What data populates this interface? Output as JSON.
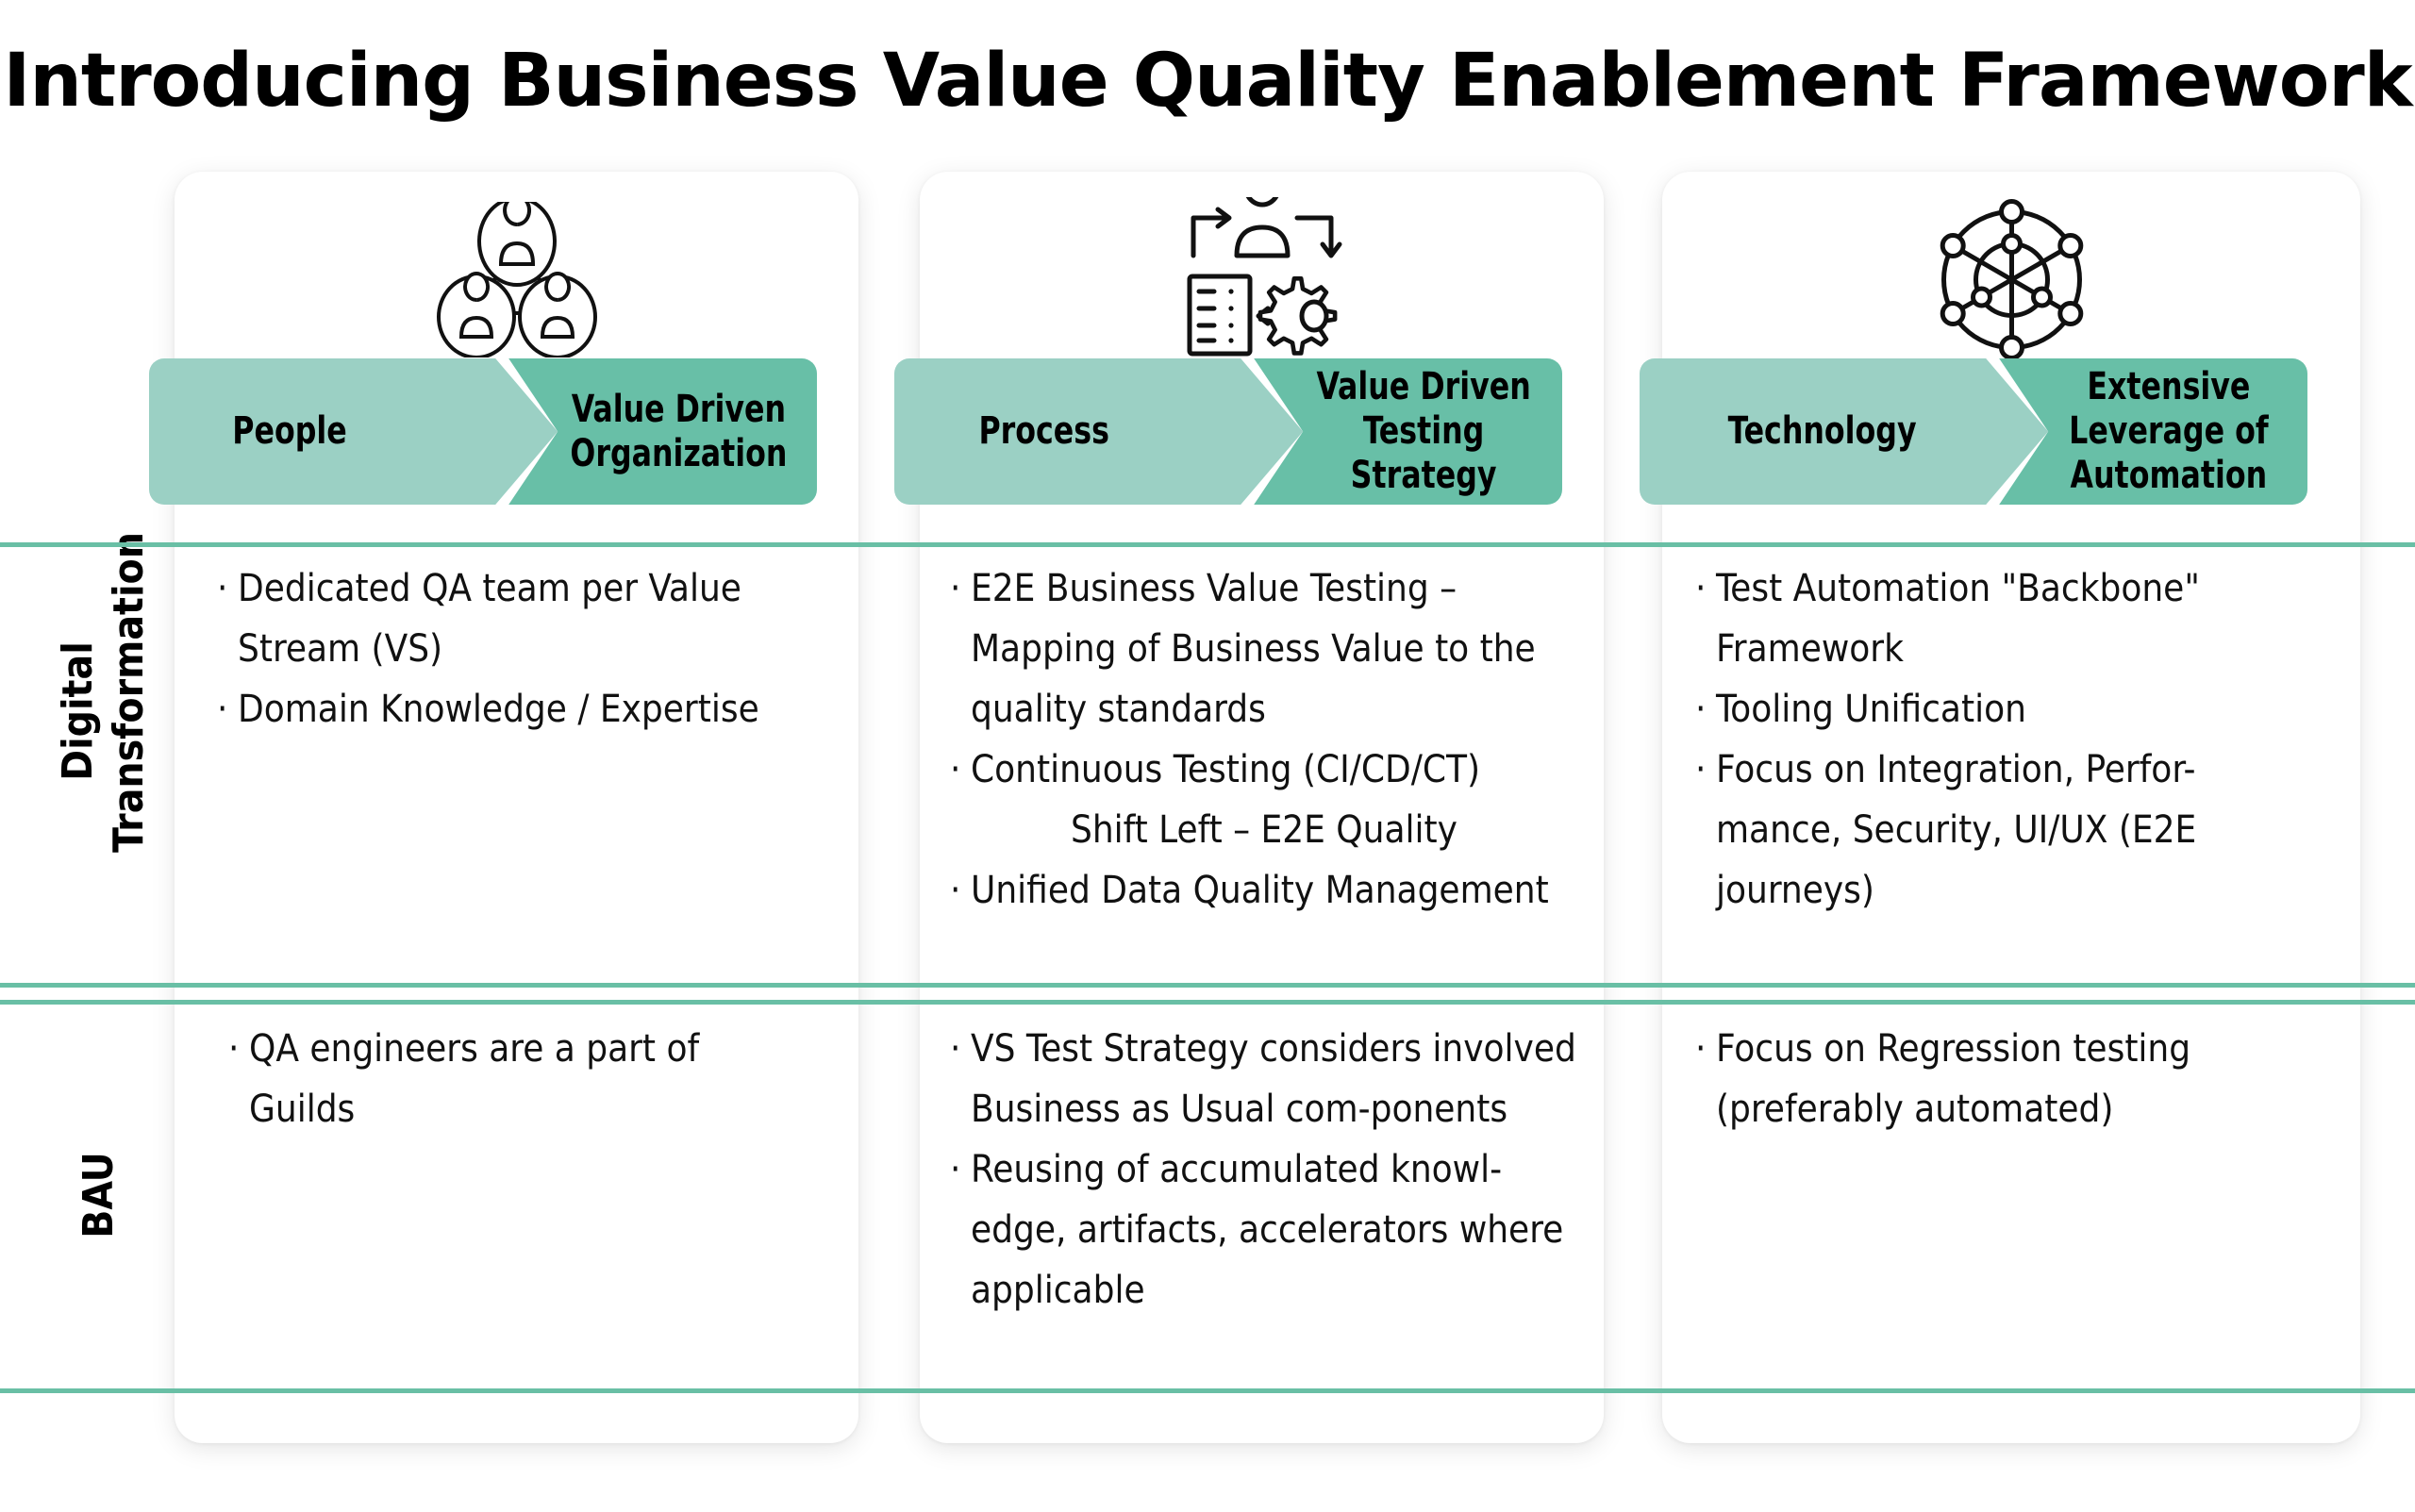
{
  "title": "Introducing Business Value Quality Enablement Framework",
  "colors": {
    "banner_light": "#9BD0C4",
    "banner_dark": "#68BFA7",
    "rule": "#69BFA5",
    "text": "#111111",
    "card_bg": "#FFFFFF"
  },
  "row_labels": [
    {
      "id": "digital-transformation",
      "text": "Digital\nTransformation"
    },
    {
      "id": "bau",
      "text": "BAU"
    }
  ],
  "columns": [
    {
      "id": "people",
      "icon": "people-group-icon",
      "pillar": "People",
      "outcome": "Value Driven\nOrganization",
      "digital_transformation": [
        {
          "type": "bullet",
          "text": "Dedicated QA team per Value Stream (VS)"
        },
        {
          "type": "bullet",
          "text": "Domain Knowledge / Expertise"
        }
      ],
      "bau": [
        {
          "type": "bullet",
          "text": "QA engineers are a part of Guilds"
        }
      ]
    },
    {
      "id": "process",
      "icon": "process-workflow-gear-icon",
      "pillar": "Process",
      "outcome": "Value Driven\nTesting Strategy",
      "digital_transformation": [
        {
          "type": "bullet",
          "text": "E2E Business Value Testing – Mapping of Business Value to the quality standards"
        },
        {
          "type": "bullet",
          "text": "Continuous Testing (CI/CD/CT)"
        },
        {
          "type": "indent",
          "text": "Shift Left – E2E Quality"
        },
        {
          "type": "bullet",
          "text": "Unified Data Quality Management"
        }
      ],
      "bau": [
        {
          "type": "bullet",
          "text": "VS Test Strategy considers involved Business as Usual com-ponents"
        },
        {
          "type": "bullet",
          "text": "Reusing of accumulated knowl-edge, artifacts, accelerators where applicable"
        }
      ]
    },
    {
      "id": "technology",
      "icon": "network-nodes-icon",
      "pillar": "Technology",
      "outcome": "Extensive\nLeverage of\nAutomation",
      "digital_transformation": [
        {
          "type": "bullet",
          "text": "Test Automation \"Backbone\" Framework"
        },
        {
          "type": "bullet",
          "text": "Tooling Unification"
        },
        {
          "type": "bullet",
          "text": "Focus on Integration, Perfor-mance, Security, UI/UX (E2E journeys)"
        }
      ],
      "bau": [
        {
          "type": "bullet",
          "text": "Focus on Regression testing (preferably automated)"
        }
      ]
    }
  ]
}
